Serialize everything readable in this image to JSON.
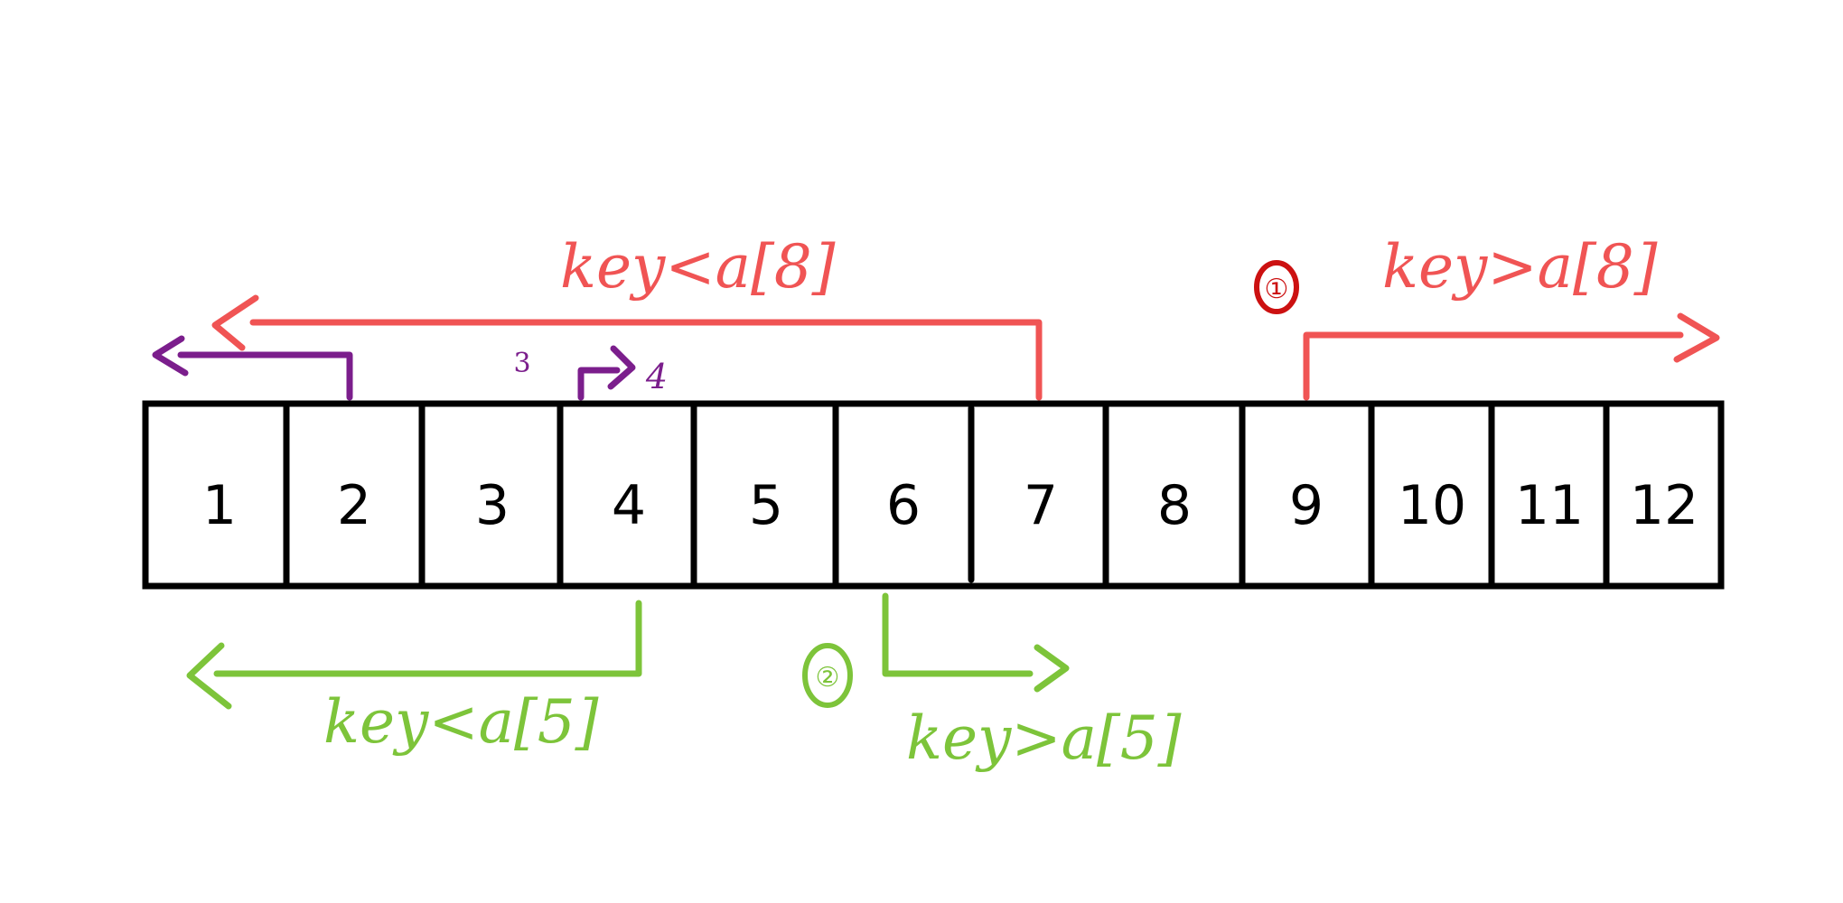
{
  "array": {
    "cells": [
      "1",
      "2",
      "3",
      "4",
      "5",
      "6",
      "7",
      "8",
      "9",
      "10",
      "11",
      "12"
    ]
  },
  "annotations": {
    "red_left_label": "key<a[8]",
    "red_right_label": "key>a[8]",
    "red_step_marker": "①",
    "green_left_label": "key<a[5]",
    "green_right_label": "key>a[5]",
    "green_step_marker": "②",
    "purple_step_marker": "3",
    "purple_label": "4"
  },
  "colors": {
    "cell_border": "#000000",
    "red": "#f05454",
    "dark_red": "#cc1111",
    "green": "#7dc43a",
    "purple": "#7b1e8c"
  }
}
